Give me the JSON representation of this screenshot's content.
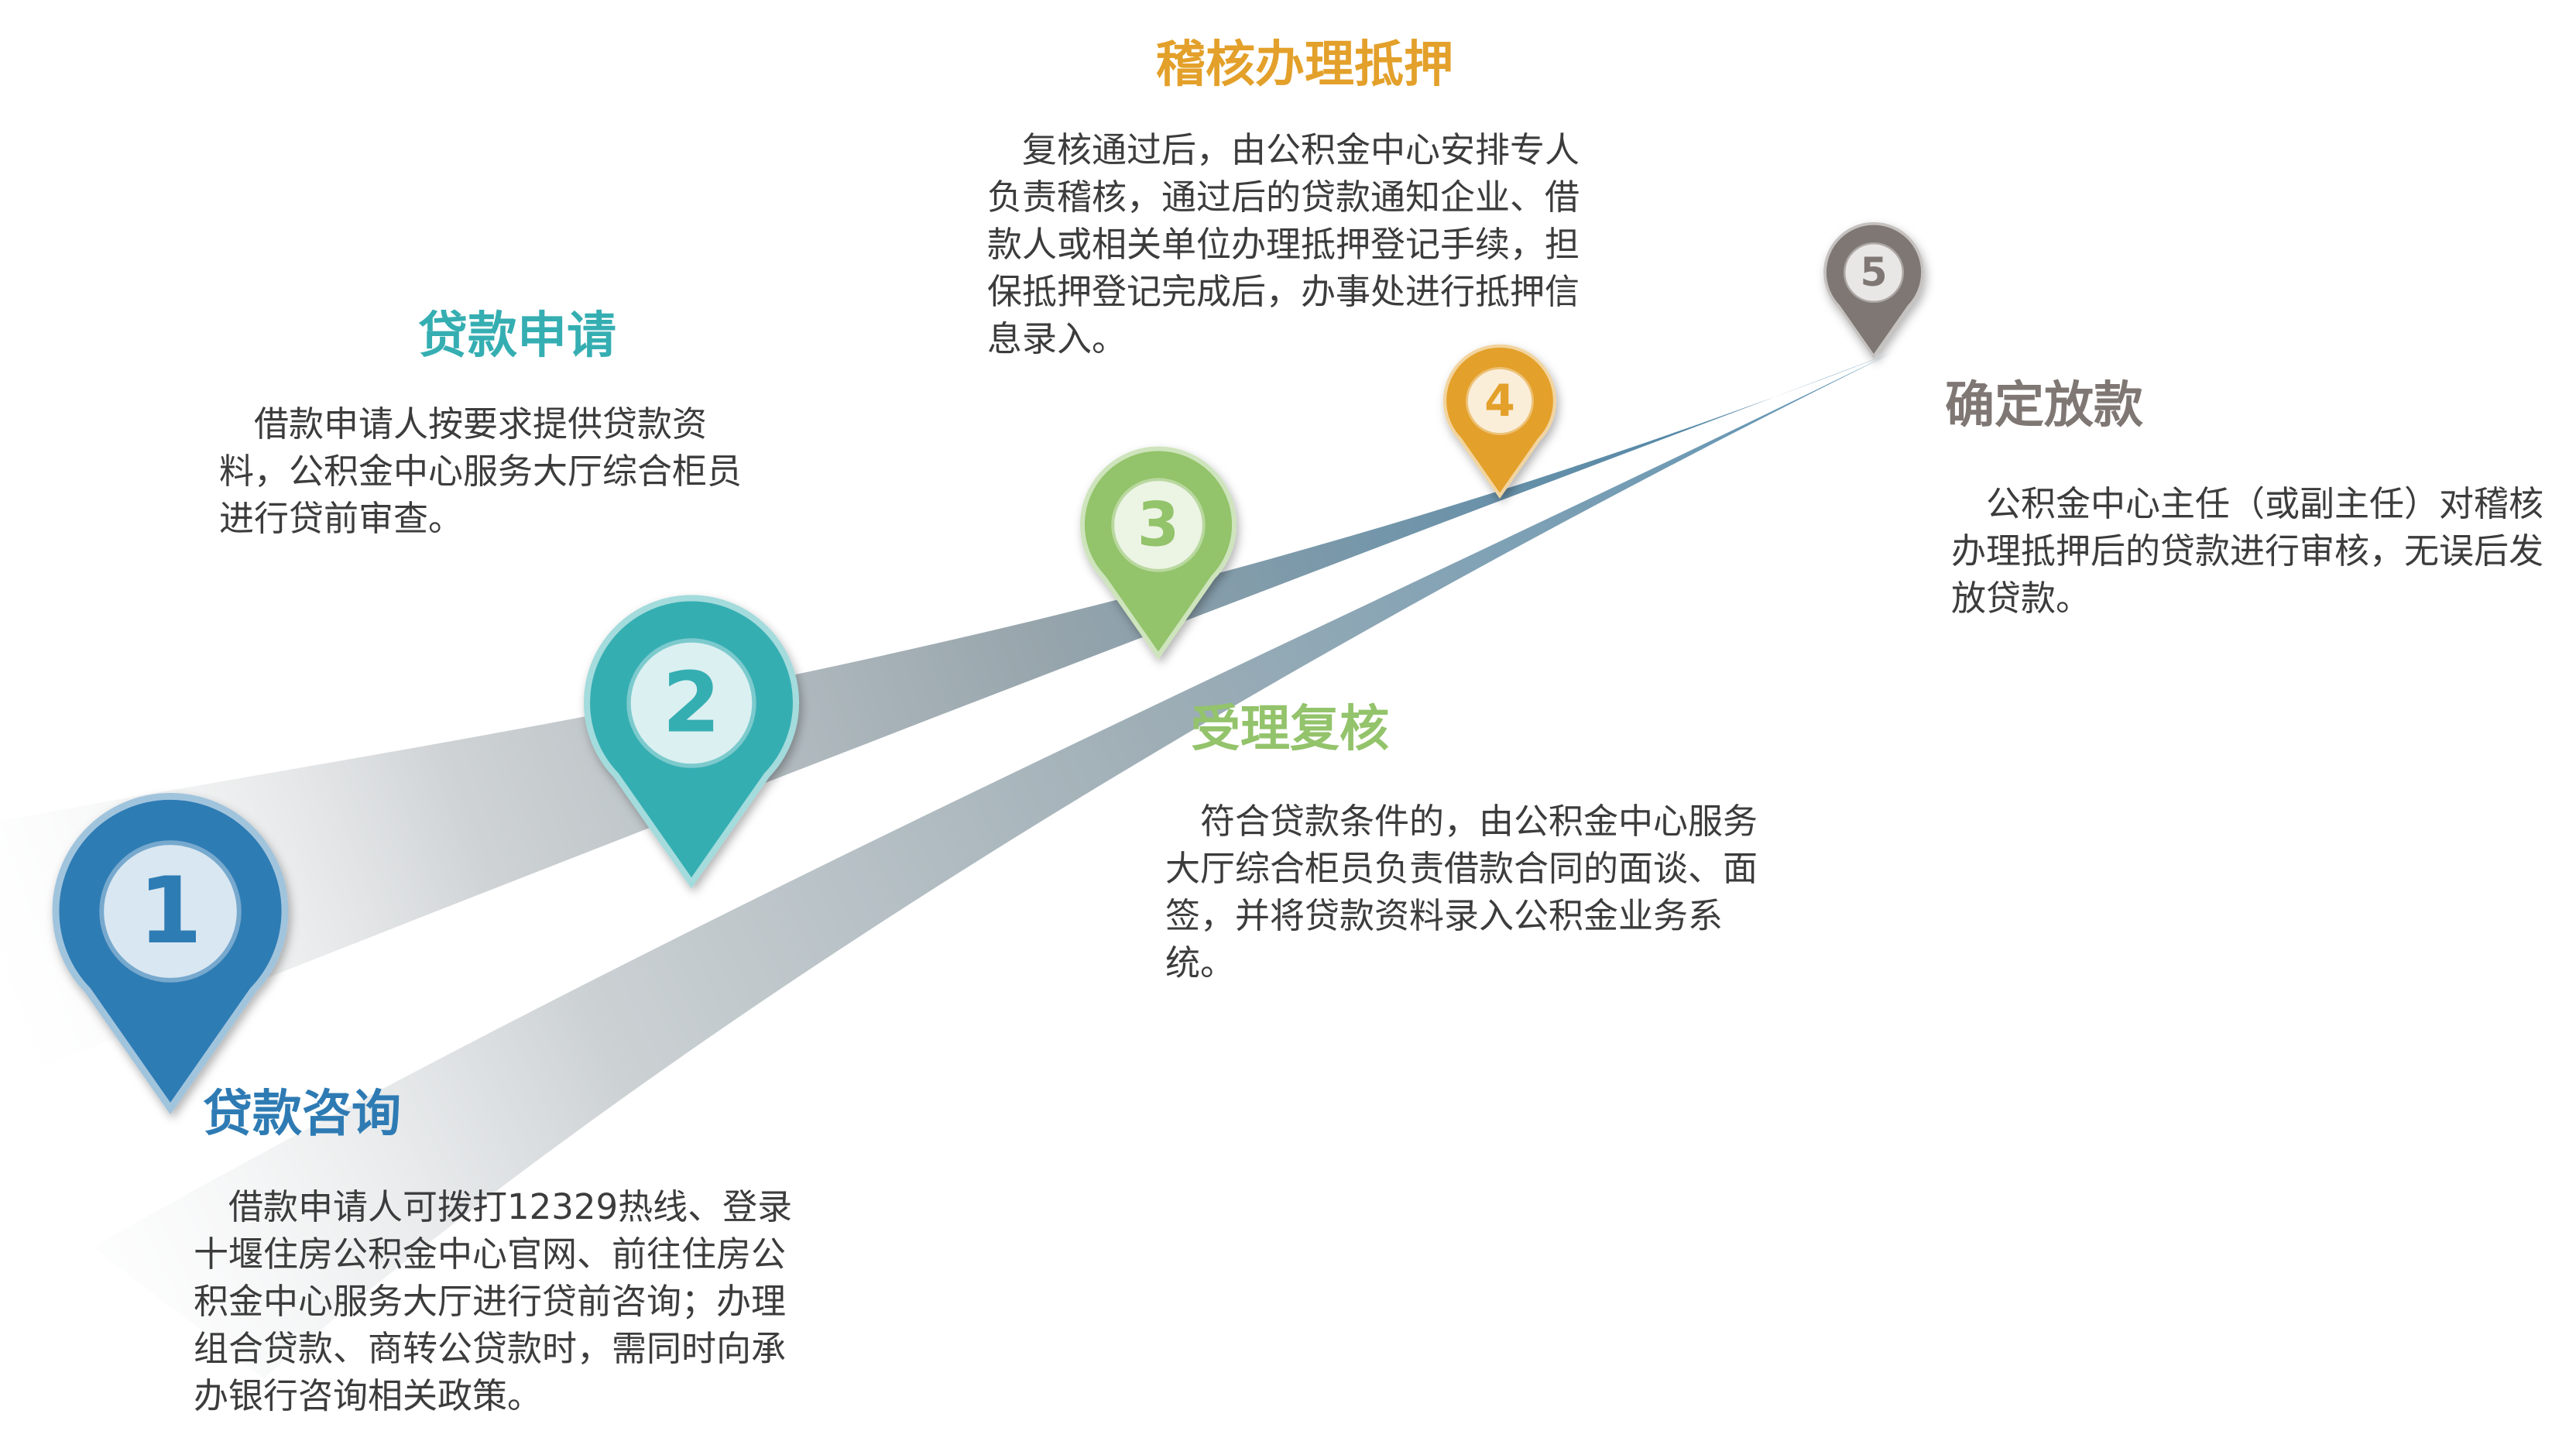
{
  "steps": [
    {
      "number": "1",
      "title": "贷款咨询",
      "description": "借款申请人可拨打12329热线、登录十堰住房公积金中心官网、前往住房公积金中心服务大厅进行贷前咨询；办理组合贷款、商转公贷款时，需同时向承办银行咨询相关政策。",
      "color": "#2e7bb4",
      "icon": "map-pin-icon"
    },
    {
      "number": "2",
      "title": "贷款申请",
      "description": "借款申请人按要求提供贷款资料，公积金中心服务大厅综合柜员进行贷前审查。",
      "color": "#35aeb2",
      "icon": "map-pin-icon"
    },
    {
      "number": "3",
      "title": "受理复核",
      "description": "符合贷款条件的，由公积金中心服务大厅综合柜员负责借款合同的面谈、面签，并将贷款资料录入公积金业务系统。",
      "color": "#93c36b",
      "icon": "map-pin-icon"
    },
    {
      "number": "4",
      "title": "稽核办理抵押",
      "description": "复核通过后，由公积金中心安排专人负责稽核，通过后的贷款通知企业、借款人或相关单位办理抵押登记手续，担保抵押登记完成后，办事处进行抵押信息录入。",
      "color": "#e3a02a",
      "icon": "map-pin-icon"
    },
    {
      "number": "5",
      "title": "确定放款",
      "description": "公积金中心主任（或副主任）对稽核办理抵押后的贷款进行审核，无误后发放贷款。",
      "color": "#7f7773",
      "icon": "map-pin-icon"
    }
  ],
  "road_colors": {
    "light": "#d8dcdc",
    "dark": "#3f7fa6"
  }
}
